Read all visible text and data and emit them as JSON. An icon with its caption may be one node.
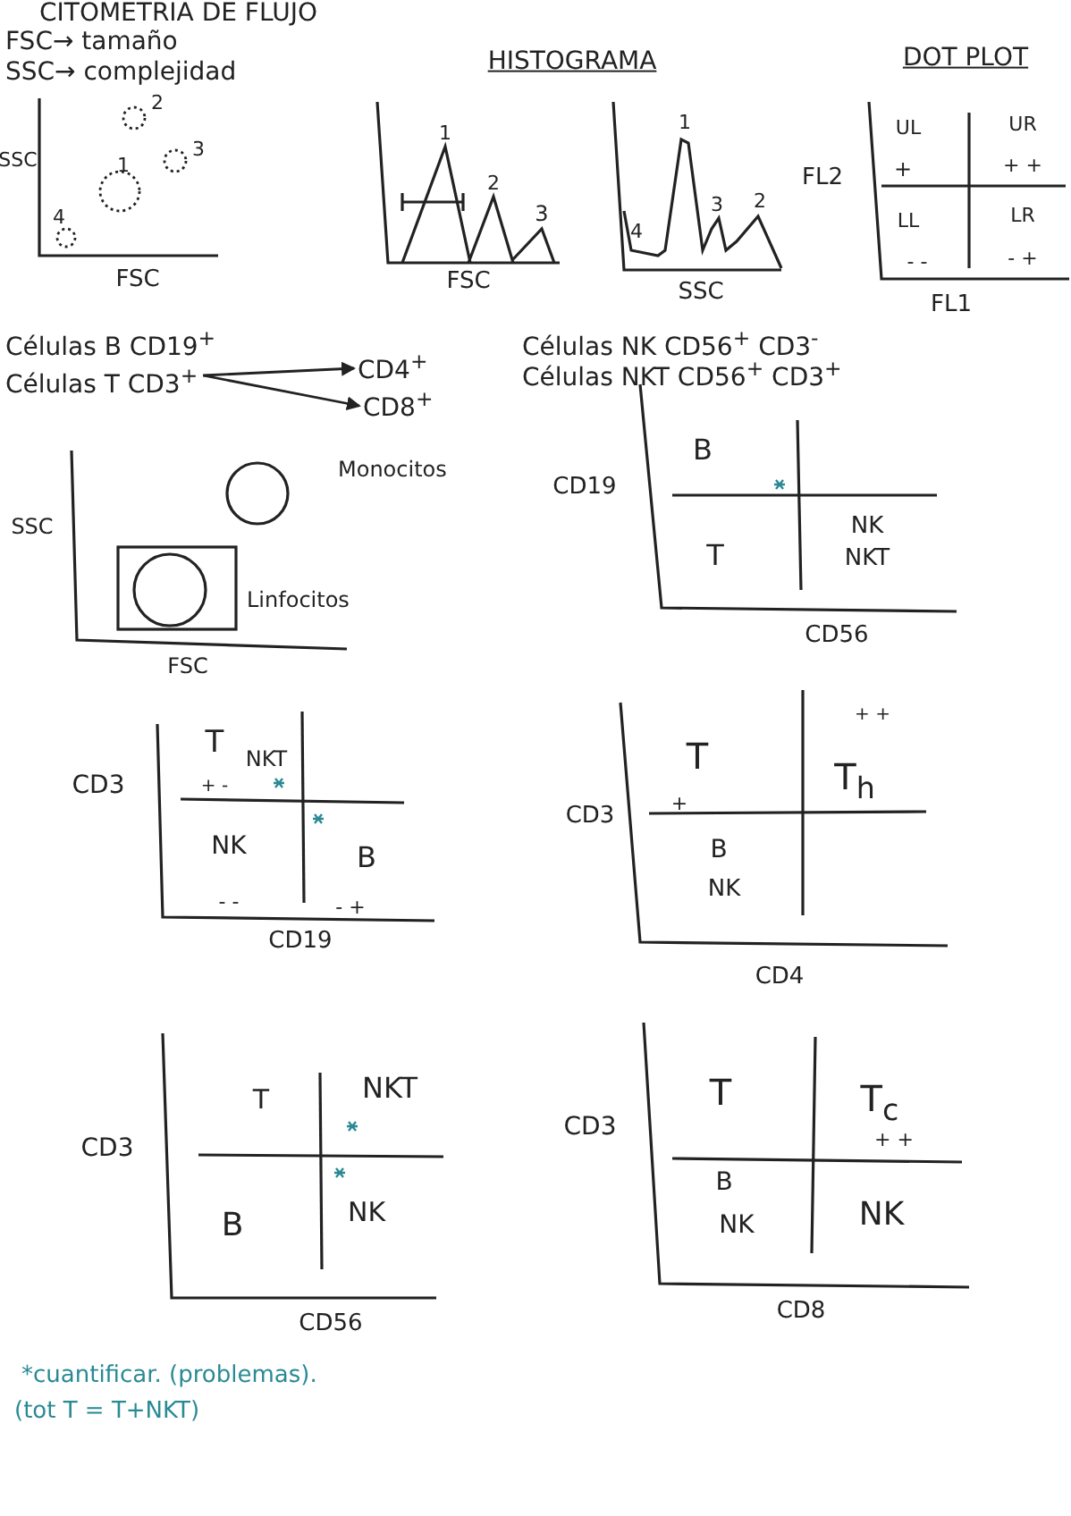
{
  "diagram": {
    "title": "CITOMETRIA DE FLUJO",
    "nodes": [
      {
        "text": [
          "Células T CD3$^{+}$"
        ]
      },
      {
        "text": [
          "CD4$^{+}$"
        ]
      },
      {
        "text": [
          "CD8$^{+}$"
        ]
      }
    ],
    "edges": [
      {
        "from": 0,
        "to": 1,
        "arrow": "to"
      },
      {
        "from": 0,
        "to": 2,
        "arrow": "to"
      }
    ],
    "labels": [
      "FSC→ tamaño",
      "SSC→ complejidad",
      "HISTOGRAMA",
      "DOT PLOT",
      "SSC",
      "2",
      "3",
      "1",
      "4",
      "FSC",
      "1",
      "2",
      "3",
      "FSC",
      "1",
      "4",
      "3",
      "2",
      "SSC",
      "UL",
      "UR",
      "FL2",
      "+",
      "+ +",
      "LL",
      "LR",
      "- -",
      "- +",
      "FL1",
      "Células B CD19$^{+}$",
      "Células NK CD56$^{+}$ CD3$^{-}$",
      "Células NKT CD56$^{+}$ CD3$^{+}$",
      "Monocitos",
      "SSC",
      "Linfocitos",
      "FSC",
      "B",
      "CD19",
      "T",
      "NK",
      "NKT",
      "CD56",
      "T",
      "NKT",
      "CD3",
      "+ -",
      "NK",
      "B",
      "- -",
      "- +",
      "CD19",
      "+ +",
      "T",
      "T$_{h}$",
      "CD3",
      "+",
      "B",
      "NK",
      "CD4",
      "T",
      "NKT",
      "CD3",
      "B",
      "NK",
      "CD56",
      "T",
      "T$_{c}$",
      "CD3",
      "+ +",
      "B",
      "NK",
      "NK",
      "CD8",
      "*cuantificar. (problemas).",
      "(tot T = T+NKT)"
    ]
  }
}
